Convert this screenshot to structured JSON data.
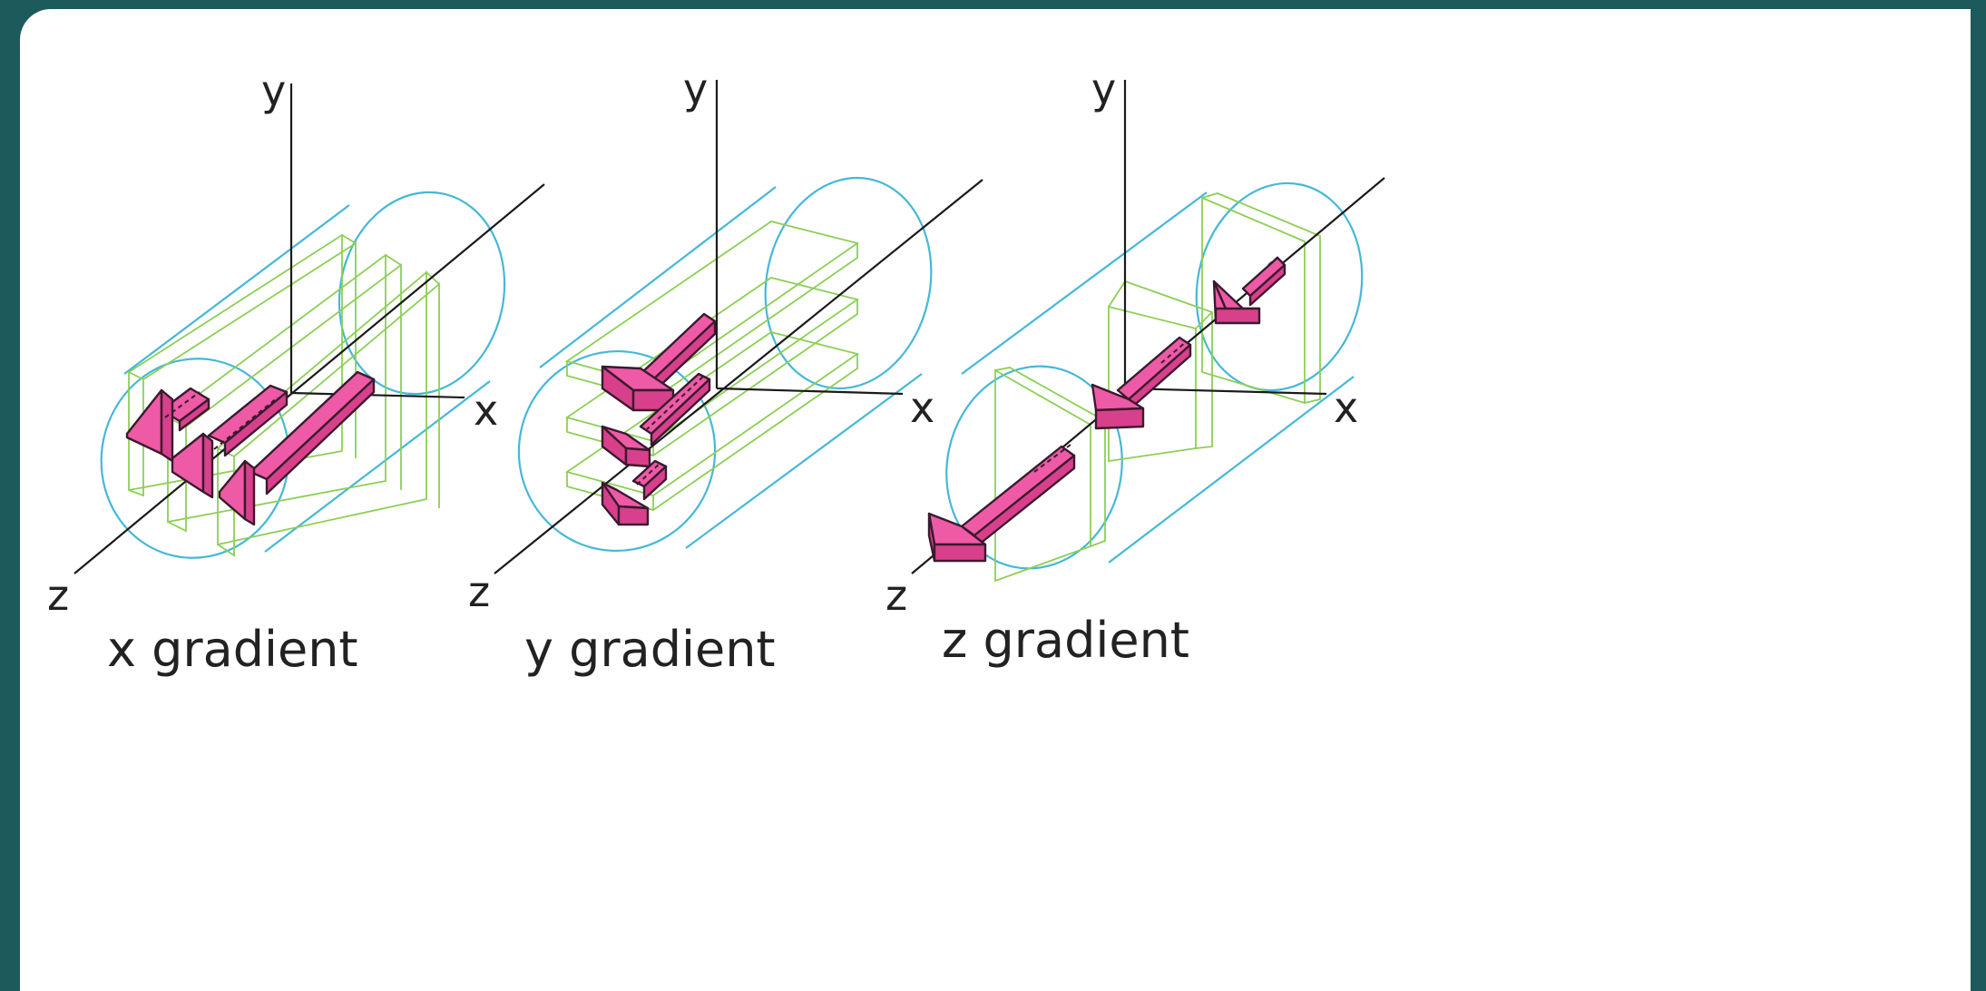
{
  "panels": [
    {
      "caption": "x gradient",
      "axes": {
        "x": "x",
        "y": "y",
        "z": "z"
      }
    },
    {
      "caption": "y gradient",
      "axes": {
        "x": "x",
        "y": "y",
        "z": "z"
      }
    },
    {
      "caption": "z gradient",
      "axes": {
        "x": "x",
        "y": "y",
        "z": "z"
      }
    }
  ],
  "colors": {
    "background_border": "#1d5a5c",
    "cylinder": "#45b8d8",
    "slab": "#8ccf55",
    "arrow": "#ee5aa6",
    "axis": "#1a1a1a"
  }
}
